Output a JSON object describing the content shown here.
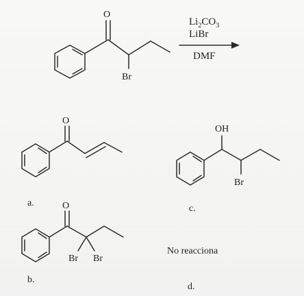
{
  "reaction": {
    "reagent_1_main": "Li",
    "reagent_1_sub1": "2",
    "reagent_1_mid": "CO",
    "reagent_1_sub2": "3",
    "reagent_2": "LiBr",
    "solvent": "DMF"
  },
  "atoms": {
    "O": "O",
    "Br": "Br",
    "OH": "OH"
  },
  "options": [
    {
      "letter": "a."
    },
    {
      "letter": "b."
    },
    {
      "letter": "c."
    },
    {
      "letter": "d.",
      "text": "No reacciona"
    }
  ]
}
